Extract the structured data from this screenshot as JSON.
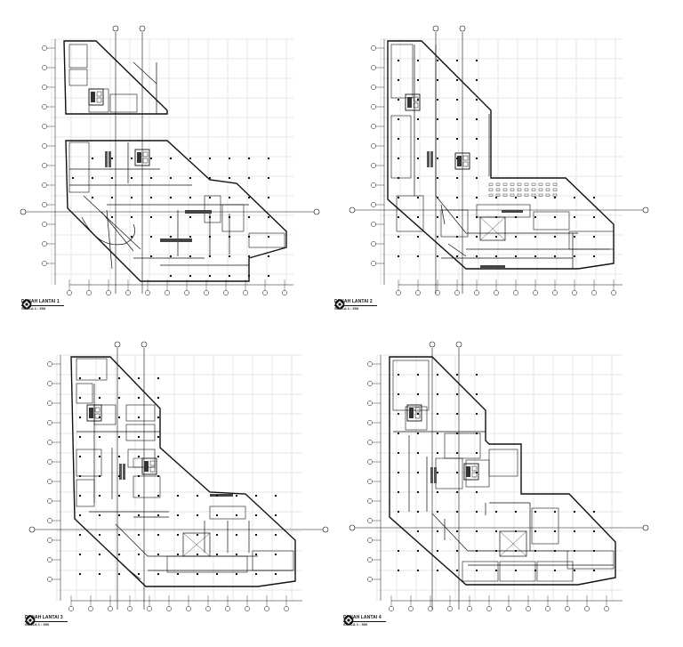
{
  "sheet": {
    "line_color": "#111111",
    "grid_color": "#cfcfcf"
  },
  "plans": [
    {
      "title": "DENAH LANTAI 1",
      "scale": "SKALA 1 : 500",
      "icon": "north-arrow-icon"
    },
    {
      "title": "DENAH LANTAI 2",
      "scale": "SKALA 1 : 500",
      "icon": "north-arrow-icon"
    },
    {
      "title": "DENAH LANTAI 3",
      "scale": "SKALA 1 : 500",
      "icon": "north-arrow-icon"
    },
    {
      "title": "DENAH LANTAI 4",
      "scale": "SKALA 1 : 500",
      "icon": "north-arrow-icon"
    }
  ]
}
